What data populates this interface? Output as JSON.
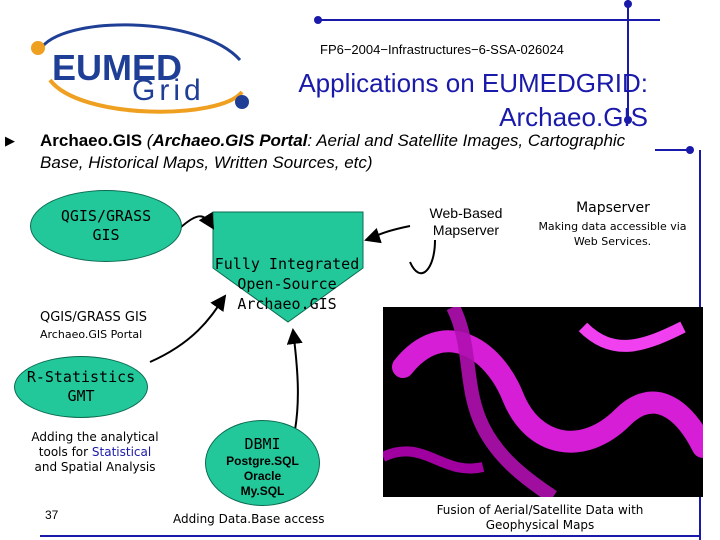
{
  "header": {
    "logo_text": "EUMEDGrid",
    "project_code": "FP6−2004−Infrastructures−6-SSA-026024",
    "title_line1": "Applications on EUMEDGRID:",
    "title_line2": "Archaeo.GIS"
  },
  "bullet": {
    "lead": "Archaeo.GIS",
    "paren_open": " (",
    "portal": "Archaeo.GIS Portal",
    "rest": ": Aerial and Satellite Images, Cartographic Base, Historical Maps, Written Sources, etc)"
  },
  "diagram": {
    "qgis_grass_gis": "QGIS/GRASS GIS",
    "fully_integrated": "Fully Integrated Open-Source Archaeo.GIS",
    "web_based": "Web-Based Mapserver",
    "mapserver": "Mapserver",
    "making_data": "Making data accessible via Web Services.",
    "qgis_grass_gis_2": "QGIS/GRASS GIS",
    "portal_label": "Archaeo.GIS Portal",
    "r_statistics": "R-Statistics GMT",
    "adding_tools_1": "Adding the analytical tools for",
    "adding_tools_2": "Statistical",
    "adding_tools_3": "and Spatial Analysis",
    "dbmi": "DBMI",
    "db1": "Postgre.SQL",
    "db2": "Oracle",
    "db3": "My.SQL",
    "adding_db": "Adding Data.Base access",
    "fusion": "Fusion of Aerial/Satellite Data with Geophysical Maps"
  },
  "footer": {
    "slide_number": "37"
  },
  "colors": {
    "ellipse_fill": "#22c79a",
    "title_blue": "#1a1aaa",
    "logo_blue": "#1e3f95",
    "logo_orange": "#f0a020",
    "protein_magenta": "#e020e0"
  }
}
